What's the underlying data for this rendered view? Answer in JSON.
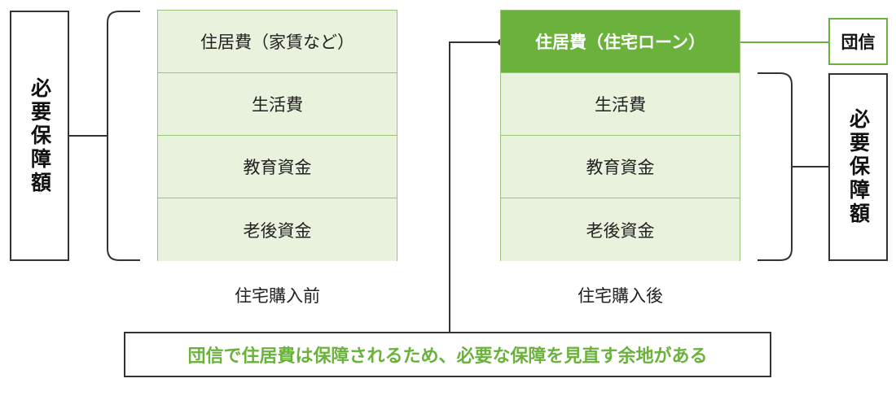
{
  "left": {
    "side_label": "必要保障額",
    "items": [
      "住居費（家賃など）",
      "生活費",
      "教育資金",
      "老後資金"
    ],
    "caption": "住宅購入前"
  },
  "right": {
    "items": [
      "住居費（住宅ローン）",
      "生活費",
      "教育資金",
      "老後資金"
    ],
    "highlighted_index": 0,
    "side_label": "必要保障額",
    "caption": "住宅購入後",
    "coverage_label": "団信"
  },
  "note": "団信で住居費は保障されるため、必要な保障を見直す余地がある",
  "colors": {
    "accent": "#6ab23c",
    "cell_fill": "#e9f2dc",
    "cell_border": "#9bc37a",
    "line": "#333333"
  }
}
